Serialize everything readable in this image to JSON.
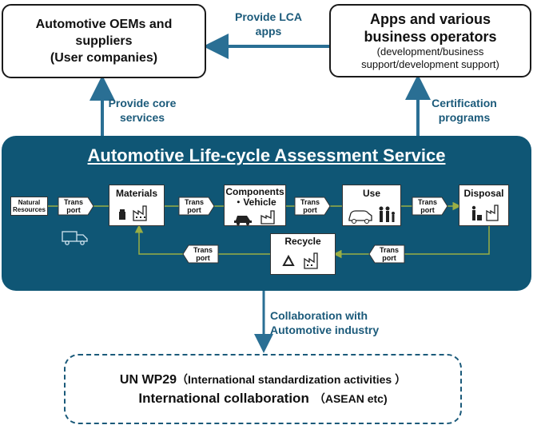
{
  "oem_box": {
    "line1": "Automotive OEMs and",
    "line2": "suppliers",
    "line3": "(User companies)"
  },
  "apps_box": {
    "line1": "Apps and various",
    "line2": "business operators",
    "line3": "(development/business",
    "line4": "support/development support)"
  },
  "arrow_labels": {
    "provide_lca_1": "Provide LCA",
    "provide_lca_2": "apps",
    "core_1": "Provide core",
    "core_2": "services",
    "cert_1": "Certification",
    "cert_2": "programs",
    "collab_1": "Collaboration with",
    "collab_2": "Automotive industry"
  },
  "panel": {
    "title": "Automotive Life-cycle Assessment Service"
  },
  "stages": {
    "natural_1": "Natural",
    "natural_2": "Resources",
    "materials": "Materials",
    "components_1": "Components",
    "components_2": "・Vehicle",
    "use": "Use",
    "disposal": "Disposal",
    "recycle": "Recycle"
  },
  "transport": {
    "line1": "Trans",
    "line2": "port"
  },
  "un_box": {
    "l1_main": "UN WP29",
    "l1_sub": "（International standardization activities ）",
    "l2_main": "International collaboration",
    "l2_sub": "（ASEAN etc)"
  },
  "colors": {
    "panel": "#0f5675",
    "arrow": "#2a6f94",
    "flow": "#9aae44",
    "label": "#1b5a7a"
  }
}
